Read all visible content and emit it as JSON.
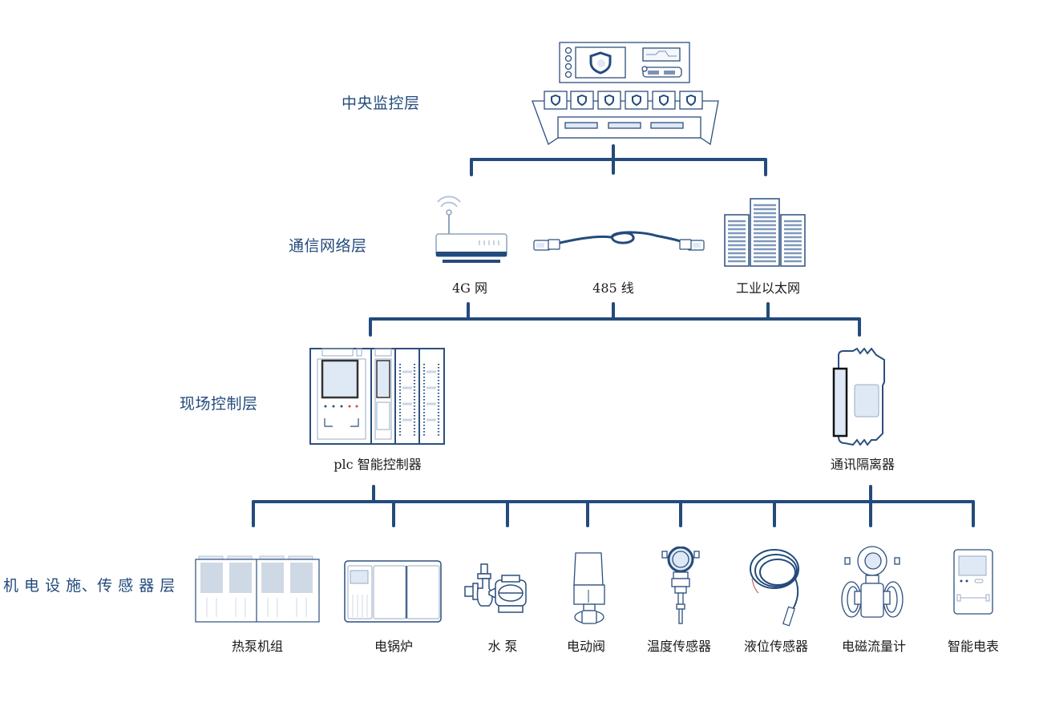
{
  "colors": {
    "line": "#234b7c",
    "layer_text": "#234b7c",
    "device_stroke": "#2c4f7e",
    "device_fill": "#dfe9f5",
    "label_text": "#1a1a1a",
    "indicator_red": "#d9453a"
  },
  "layers": [
    {
      "id": "central",
      "label": "中央监控层"
    },
    {
      "id": "network",
      "label": "通信网络层"
    },
    {
      "id": "field",
      "label": "现场控制层"
    },
    {
      "id": "equipment",
      "label": "机 电 设 施、传 感 器 层"
    }
  ],
  "central": {
    "device": {
      "name": "monitoring-console",
      "icon": "control-room-console-icon"
    }
  },
  "network": {
    "devices": [
      {
        "label": "4G 网",
        "icon": "router-icon"
      },
      {
        "label": "485 线",
        "icon": "cable-icon"
      },
      {
        "label": "工业以太网",
        "icon": "server-rack-icon"
      }
    ]
  },
  "field": {
    "devices": [
      {
        "label": "plc 智能控制器",
        "icon": "plc-controller-icon"
      },
      {
        "label": "通讯隔离器",
        "icon": "signal-isolator-icon"
      }
    ]
  },
  "equipment": {
    "devices": [
      {
        "label": "热泵机组",
        "icon": "heat-pump-icon"
      },
      {
        "label": "电锅炉",
        "icon": "electric-boiler-icon"
      },
      {
        "label": "水 泵",
        "icon": "water-pump-icon"
      },
      {
        "label": "电动阀",
        "icon": "electric-valve-icon"
      },
      {
        "label": "温度传感器",
        "icon": "temperature-sensor-icon"
      },
      {
        "label": "液位传感器",
        "icon": "level-sensor-icon"
      },
      {
        "label": "电磁流量计",
        "icon": "flow-meter-icon"
      },
      {
        "label": "智能电表",
        "icon": "smart-meter-icon"
      }
    ]
  }
}
